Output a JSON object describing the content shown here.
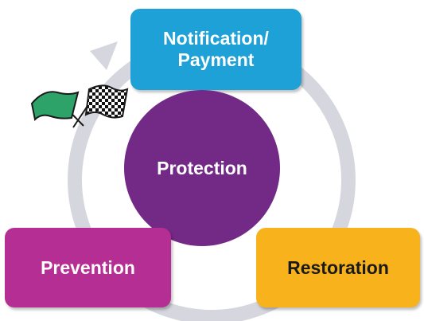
{
  "diagram": {
    "center": {
      "label": "Protection",
      "color": "#732a86"
    },
    "top": {
      "label_line1": "Notification/",
      "label_line2": "Payment",
      "color": "#1da1d6"
    },
    "left": {
      "label": "Prevention",
      "color": "#b52e93"
    },
    "right": {
      "label": "Restoration",
      "color": "#f7b21c"
    },
    "cycle_ring": {
      "color": "#d6d6df"
    },
    "flags": {
      "green_flag": {
        "color": "#2da36a",
        "icon": "green-flag-icon"
      },
      "checkered_flag": {
        "icon": "checkered-flag-icon"
      }
    }
  }
}
